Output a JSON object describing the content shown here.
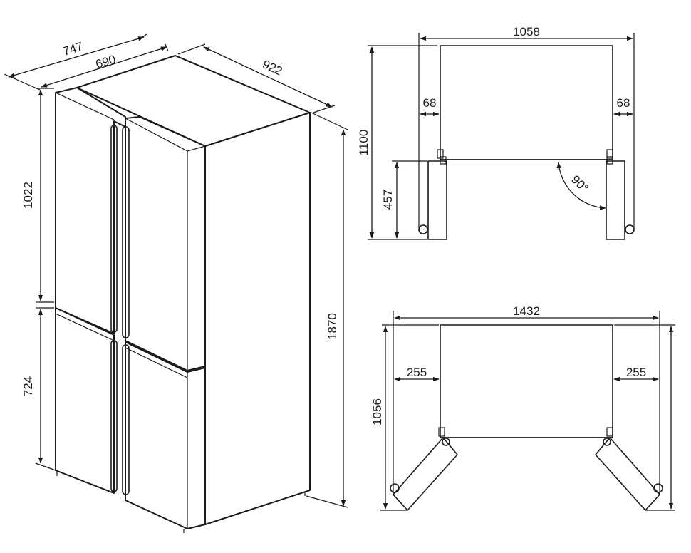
{
  "perspective_view": {
    "depth_total": "747",
    "depth_body": "690",
    "width": "922",
    "upper_height": "1022",
    "lower_height": "724",
    "total_height": "1870"
  },
  "door_90_view": {
    "total_width": "1058",
    "left_offset": "68",
    "right_offset": "68",
    "total_depth": "1100",
    "door_depth": "457",
    "angle": "90°"
  },
  "door_open_view": {
    "total_width": "1432",
    "left_clearance": "255",
    "right_clearance": "255",
    "total_depth": "1056"
  }
}
